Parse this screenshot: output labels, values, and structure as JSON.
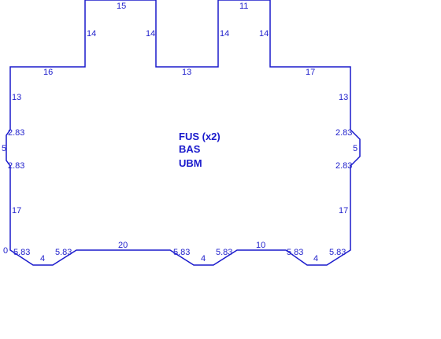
{
  "drawing": {
    "outline_color": "#1a1acc",
    "text_color": "#2222cc",
    "center_labels": [
      "FUS (x2)",
      "BAS",
      "UBM"
    ],
    "dimensions": {
      "top_notch_left_width": "15",
      "top_notch_left_left_height": "14",
      "top_notch_left_right_height": "14",
      "top_notch_right_width": "11",
      "top_notch_right_left_height": "14",
      "top_notch_right_right_height": "14",
      "top_left_segment": "16",
      "top_middle_segment": "13",
      "top_right_segment": "17",
      "left_upper": "13",
      "left_chamfer_top": "2.83",
      "left_flat": "5",
      "left_chamfer_bottom": "2.83",
      "left_lower": "17",
      "left_bottom_corner": "0",
      "right_upper": "13",
      "right_chamfer_top": "2.83",
      "right_flat": "5",
      "right_chamfer_bottom": "2.83",
      "right_lower": "17",
      "bottom_left_notch_slope_left": "5.83",
      "bottom_left_notch_floor": "4",
      "bottom_left_notch_slope_right": "5.83",
      "bottom_span_left": "20",
      "bottom_mid_notch_slope_left": "5.83",
      "bottom_mid_notch_floor": "4",
      "bottom_mid_notch_slope_right": "5.83",
      "bottom_span_right": "10",
      "bottom_right_notch_slope_left": "5.83",
      "bottom_right_notch_floor": "4",
      "bottom_right_notch_slope_right": "5.83"
    }
  }
}
